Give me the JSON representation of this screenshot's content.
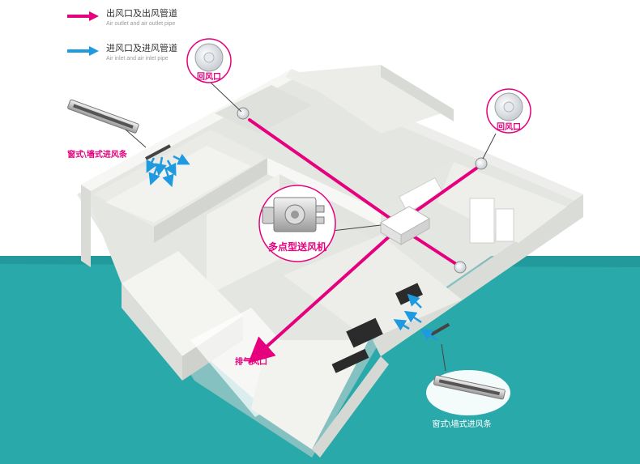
{
  "legend": {
    "outlet": {
      "label_cn": "出风口及出风管道",
      "label_en": "Air outlet and air outlet pipe",
      "color": "#e6007e"
    },
    "inlet": {
      "label_cn": "进风口及进风管道",
      "label_en": "Air inlet and air inlet pipe",
      "color": "#1e9be0"
    }
  },
  "callouts": {
    "return_vent_left": "回风口",
    "return_vent_right": "回风口",
    "ventilation_unit": "多点型送风机",
    "exhaust_vent": "排气风口",
    "window_strip_top": "窗式\\墙式进风条",
    "window_strip_bottom": "窗式\\墙式进风条"
  },
  "colors": {
    "floor_teal": "#2aa9aa",
    "outlet_pipe": "#e6007e",
    "inlet_arrow": "#1e9be0"
  },
  "icons": [
    "arrow-icon",
    "round-vent-icon",
    "fan-unit-icon",
    "air-inlet-strip-icon"
  ]
}
